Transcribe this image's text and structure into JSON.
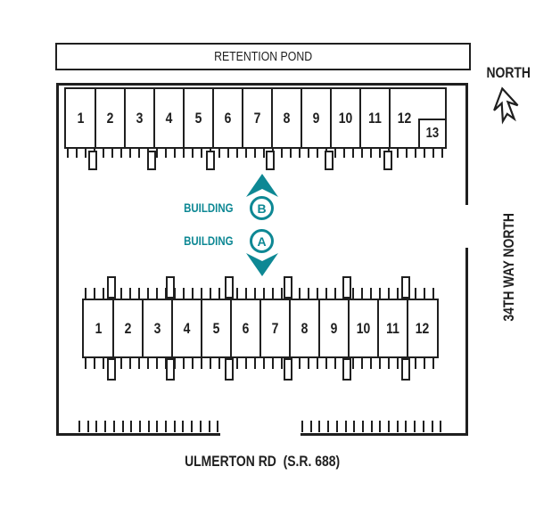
{
  "colors": {
    "line": "#1f1f1f",
    "accent": "#0e8894"
  },
  "labels": {
    "retention_pond": "RETENTION POND",
    "north": "NORTH",
    "street_right": "34TH WAY NORTH",
    "street_bottom": "ULMERTON RD  (S.R. 688)"
  },
  "buildings": [
    {
      "id": "B",
      "label": "BUILDING",
      "letter": "B",
      "arrow": "up",
      "units": [
        "1",
        "2",
        "3",
        "4",
        "5",
        "6",
        "7",
        "8",
        "9",
        "10",
        "11",
        "12"
      ],
      "extra_unit": "13"
    },
    {
      "id": "A",
      "label": "BUILDING",
      "letter": "A",
      "arrow": "down",
      "units": [
        "1",
        "2",
        "3",
        "4",
        "5",
        "6",
        "7",
        "8",
        "9",
        "10",
        "11",
        "12"
      ]
    }
  ],
  "parking": {
    "building_b_south_ticks": 43,
    "building_a_north_ticks": 40,
    "building_a_south_ticks": 40,
    "road_ticks_left": 17,
    "road_ticks_right": 17,
    "post_rows": 3,
    "posts_per_row": 6
  }
}
